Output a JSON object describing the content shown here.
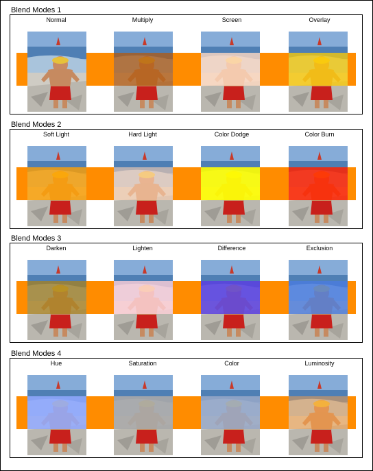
{
  "colors": {
    "band": "#ff8c00",
    "frame": "#000000",
    "page_background": "#ffffff"
  },
  "sections": [
    {
      "title": "Blend Modes 1",
      "modes": [
        {
          "label": "Normal",
          "overlay": "#ff8c00",
          "overlay_opacity": 0
        },
        {
          "label": "Multiply",
          "overlay": "#b15a10",
          "overlay_opacity": 0.75
        },
        {
          "label": "Screen",
          "overlay": "#ffd9c2",
          "overlay_opacity": 0.8
        },
        {
          "label": "Overlay",
          "overlay": "#ffcc00",
          "overlay_opacity": 0.75
        }
      ]
    },
    {
      "title": "Blend Modes 2",
      "modes": [
        {
          "label": "Soft Light",
          "overlay": "#ffa000",
          "overlay_opacity": 0.8
        },
        {
          "label": "Hard Light",
          "overlay": "#ffd0b0",
          "overlay_opacity": 0.6
        },
        {
          "label": "Color Dodge",
          "overlay": "#ffff00",
          "overlay_opacity": 0.9
        },
        {
          "label": "Color Burn",
          "overlay": "#ff2200",
          "overlay_opacity": 0.85
        }
      ]
    },
    {
      "title": "Blend Modes 3",
      "modes": [
        {
          "label": "Darken",
          "overlay": "#a8801e",
          "overlay_opacity": 0.75
        },
        {
          "label": "Lighten",
          "overlay": "#ffd0d8",
          "overlay_opacity": 0.8
        },
        {
          "label": "Difference",
          "overlay": "#5a40e0",
          "overlay_opacity": 0.85
        },
        {
          "label": "Exclusion",
          "overlay": "#4a7ce0",
          "overlay_opacity": 0.8
        }
      ]
    },
    {
      "title": "Blend Modes 4",
      "modes": [
        {
          "label": "Hue",
          "overlay": "#90a8ff",
          "overlay_opacity": 0.85
        },
        {
          "label": "Saturation",
          "overlay": "#a8a8a8",
          "overlay_opacity": 0.9
        },
        {
          "label": "Color",
          "overlay": "#98a8c8",
          "overlay_opacity": 0.85
        },
        {
          "label": "Luminosity",
          "overlay": "#ffa040",
          "overlay_opacity": 0.5
        }
      ]
    }
  ]
}
